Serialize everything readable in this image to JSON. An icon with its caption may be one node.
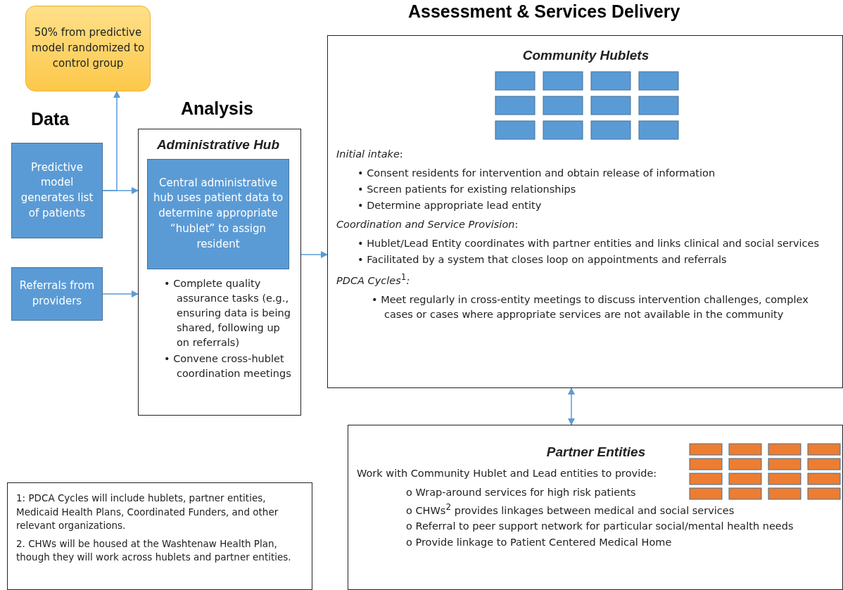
{
  "diagram": {
    "title": "Assessment & Services Delivery",
    "nodes": [
      {
        "text": [
          "50% from predictive model randomized to control group"
        ]
      },
      {
        "text": [
          "Predictive model generates list of patients"
        ]
      },
      {
        "text": [
          "Referrals from providers"
        ]
      },
      {
        "text": [
          "Administrative Hub",
          "• Complete quality assurance tasks (e.g., ensuring data is being shared, following up on referrals)",
          "• Convene cross-hublet coordination meetings"
        ]
      },
      {
        "text": [
          "Central administrative hub uses patient data to determine appropriate “hublet” to assign resident"
        ],
        "in": 3
      },
      {
        "text": [
          "Community Hublets",
          "*Initial intake*:",
          "• Consent residents for intervention and obtain release of information",
          "• Screen patients for existing relationships",
          "• Determine appropriate lead entity",
          "*Coordination and Service Provision*:",
          "• Hublet/Lead Entity coordinates with partner entities and links clinical and social services",
          "• Facilitated by a system that closes loop on appointments and referrals",
          "*PDCA Cycles*$^{1}$*:*",
          "• Meet regularly in cross-entity meetings to discuss intervention challenges, complex cases or cases where appropriate services are not available in the community"
        ]
      },
      {
        "text": [
          "Partner Entities",
          "Work with Community Hublet and Lead entities to provide:",
          "o Wrap-around services for high risk patients",
          "o CHWs$^{2}$ provides linkages between medical and social services",
          "o Referral to peer support network for particular social/mental health needs",
          "o Provide linkage to Patient Centered Medical Home"
        ]
      },
      {
        "text": [
          "1: PDCA Cycles will include hublets, partner entities, Medicaid Health Plans, Coordinated Funders, and other relevant organizations.",
          "2. CHWs will be housed at the Washtenaw Health Plan, though they will work across hublets and partner entities."
        ]
      }
    ],
    "edges": [
      {
        "from": 1,
        "to": 0,
        "arrow": "to"
      },
      {
        "from": 1,
        "to": 3,
        "arrow": "to"
      },
      {
        "from": 2,
        "to": 3,
        "arrow": "to"
      },
      {
        "from": 3,
        "to": 5,
        "arrow": "to"
      },
      {
        "from": 5,
        "to": 6,
        "arrow": "both"
      }
    ],
    "labels": [
      "Data",
      "Analysis"
    ]
  }
}
